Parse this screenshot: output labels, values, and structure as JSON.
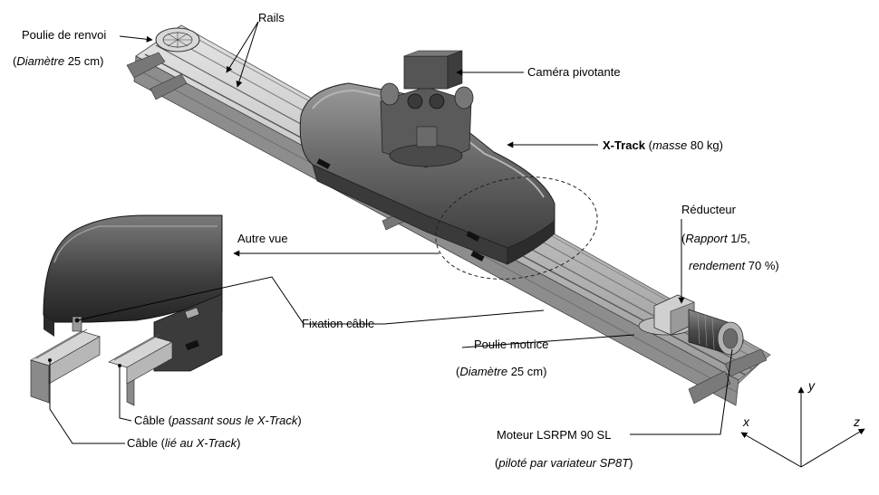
{
  "labels": {
    "poulie_renvoi": "Poulie de renvoi",
    "poulie_renvoi_dim_it": "Diamètre",
    "poulie_renvoi_dim_val": " 25 cm",
    "rails": "Rails",
    "camera": "Caméra pivotante",
    "xtrack_name": "X-Track",
    "xtrack_mass_it": "masse",
    "xtrack_mass_val": " 80 kg",
    "autre_vue": "Autre vue",
    "reducteur": "Réducteur",
    "reducteur_rapport_it": "Rapport",
    "reducteur_rapport_val": " 1/5,",
    "reducteur_rend_it": "rendement",
    "reducteur_rend_val": " 70 %)",
    "fixation": "Fixation câble",
    "poulie_motrice": "Poulie motrice",
    "poulie_motrice_dim_it": "Diamètre",
    "poulie_motrice_dim_val": " 25 cm",
    "cable1_name": "Câble",
    "cable1_it": "passant sous le X-Track",
    "cable2_name": "Câble",
    "cable2_it": "lié au X-Track",
    "moteur": "Moteur LSRPM 90 SL",
    "moteur_it": "piloté par variateur SP8T"
  },
  "axes": {
    "x": "x",
    "y": "y",
    "z": "z"
  }
}
